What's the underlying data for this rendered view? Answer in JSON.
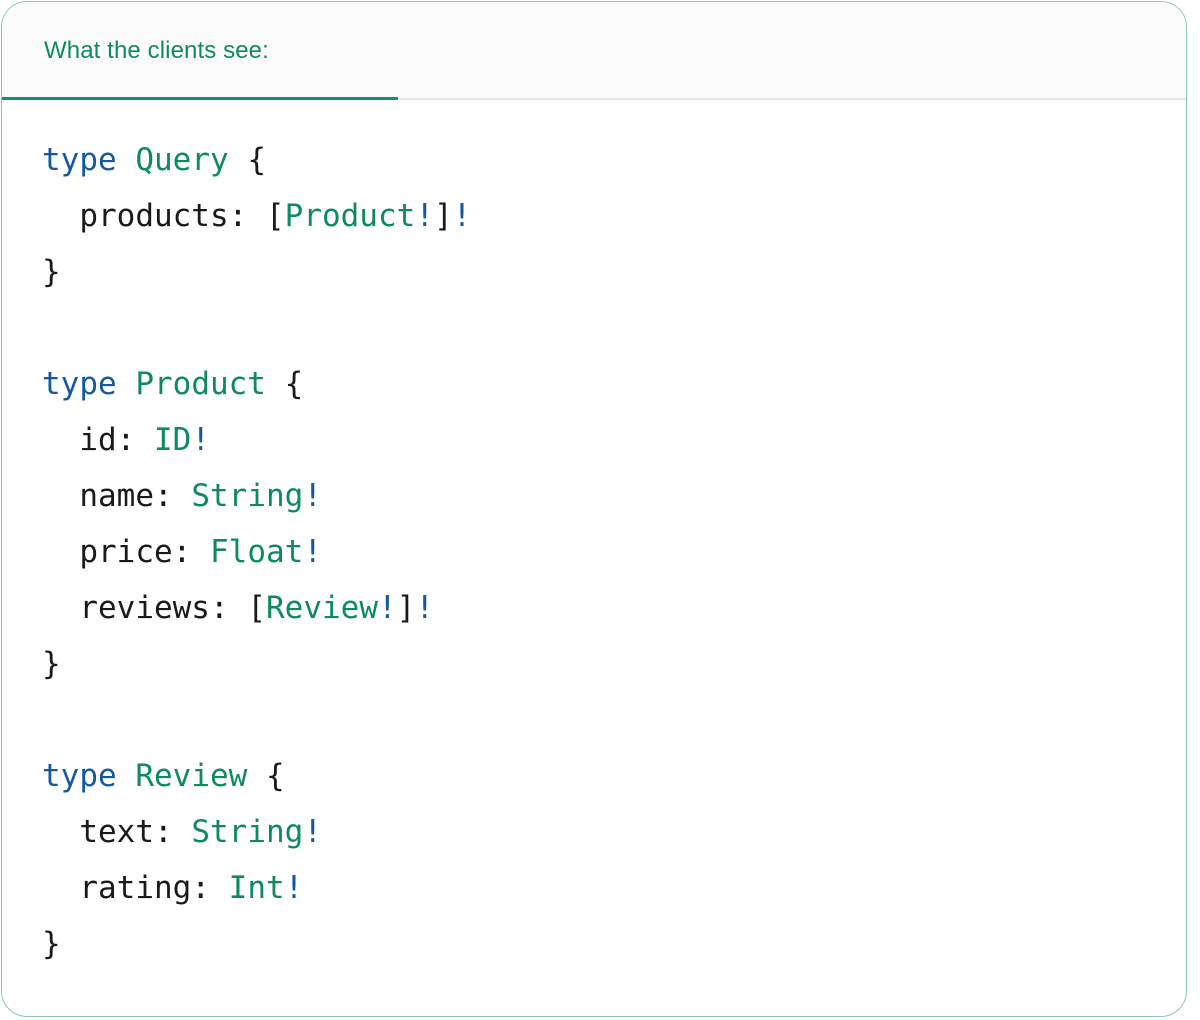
{
  "card": {
    "border_color": "#8cc9ab",
    "background": "#ffffff"
  },
  "tabbar": {
    "background": "#fbfbfb",
    "border_color": "#e6e6e6",
    "active_indicator_color": "#0e9276",
    "tabs": [
      {
        "label": "What the clients see:",
        "active": true,
        "color": "#0e8a63"
      }
    ]
  },
  "colors": {
    "keyword": "#14599c",
    "type_name": "#0e8a63",
    "punctuation": "#1a1a1a",
    "non_null": "#14599c",
    "field_name": "#1a1a1a"
  },
  "code": {
    "language": "graphql",
    "text": "type Query {\n  products: [Product!]!\n}\n\ntype Product {\n  id: ID!\n  name: String!\n  price: Float!\n  reviews: [Review!]!\n}\n\ntype Review {\n  text: String!\n  rating: Int!\n}",
    "lines": [
      "type Query {",
      "  products: [Product!]!",
      "}",
      "",
      "type Product {",
      "  id: ID!",
      "  name: String!",
      "  price: Float!",
      "  reviews: [Review!]!",
      "}",
      "",
      "type Review {",
      "  text: String!",
      "  rating: Int!",
      "}"
    ],
    "tokens": {
      "keyword": "type",
      "type_names": [
        "Query",
        "Product",
        "Review",
        "ID",
        "String",
        "Float",
        "Int"
      ],
      "field_names": [
        "products",
        "id",
        "name",
        "price",
        "reviews",
        "text",
        "rating"
      ],
      "open_brace": "{",
      "close_brace": "}",
      "open_bracket": "[",
      "close_bracket": "]",
      "colon": ":",
      "non_null": "!"
    },
    "types": [
      {
        "name": "Query",
        "fields": [
          {
            "name": "products",
            "type": "[Product!]!"
          }
        ]
      },
      {
        "name": "Product",
        "fields": [
          {
            "name": "id",
            "type": "ID!"
          },
          {
            "name": "name",
            "type": "String!"
          },
          {
            "name": "price",
            "type": "Float!"
          },
          {
            "name": "reviews",
            "type": "[Review!]!"
          }
        ]
      },
      {
        "name": "Review",
        "fields": [
          {
            "name": "text",
            "type": "String!"
          },
          {
            "name": "rating",
            "type": "Int!"
          }
        ]
      }
    ]
  }
}
